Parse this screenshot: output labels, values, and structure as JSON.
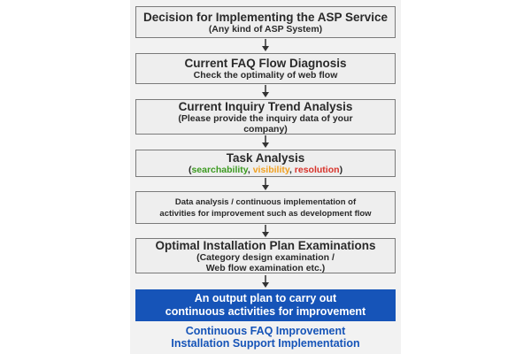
{
  "steps": [
    {
      "title": "Decision for Implementing the ASP Service",
      "sub": "(Any kind of ASP System)"
    },
    {
      "title": "Current FAQ Flow Diagnosis",
      "sub": "Check the optimality of web flow"
    },
    {
      "title": "Current Inquiry Trend Analysis",
      "sub_line1": "(Please provide the inquiry data of your",
      "sub_line2": "company)"
    },
    {
      "title": "Task Analysis",
      "paren_open": "(",
      "w1": "searchability",
      "sep1": ", ",
      "w2": "visibility",
      "sep2": ", ",
      "w3": "resolution",
      "paren_close": ")"
    },
    {
      "line1": "Data analysis / continuous implementation of",
      "line2": "activities for improvement such as development flow"
    },
    {
      "title": "Optimal Installation Plan Examinations",
      "sub_line1": "(Category design examination /",
      "sub_line2": "Web flow examination etc.)"
    }
  ],
  "final": {
    "line1": "An output plan to carry out",
    "line2": "continuous activities for improvement"
  },
  "footer": {
    "line1": "Continuous FAQ Improvement",
    "line2": "Installation Support Implementation"
  },
  "colors": {
    "accent_blue": "#1654b8",
    "green": "#3b9a1f",
    "orange": "#f0a020",
    "red": "#d8322a"
  }
}
